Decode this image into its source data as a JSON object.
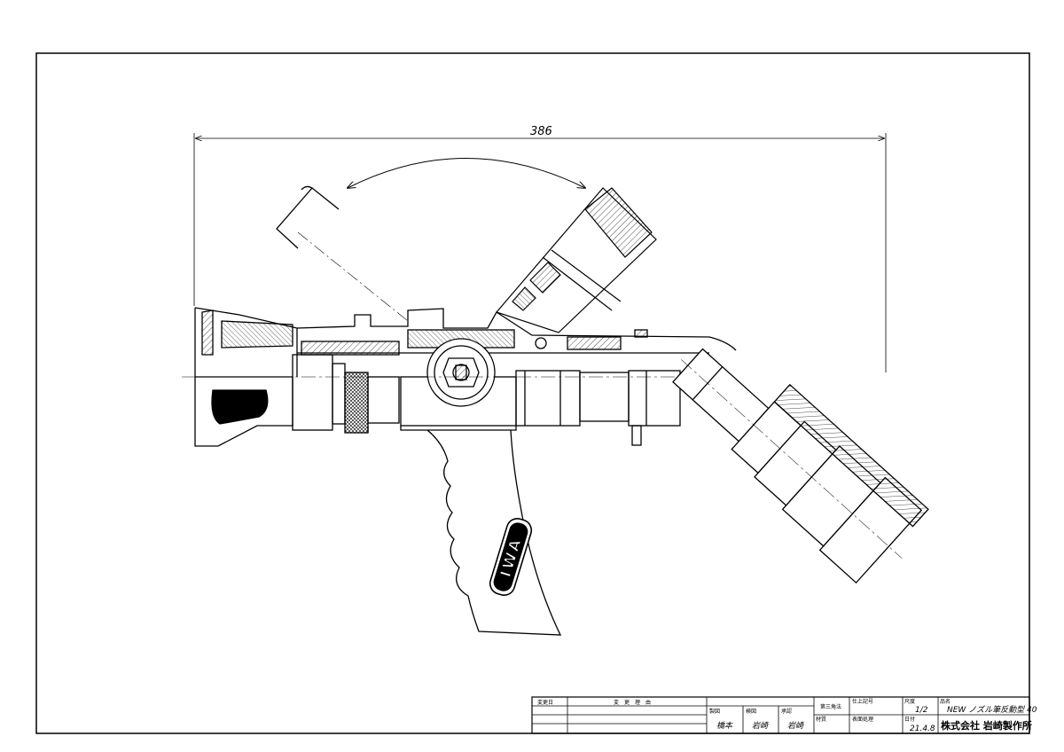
{
  "drawing": {
    "dimension_label": "386"
  },
  "title_block": {
    "revision_date_label": "変更日",
    "revision_reason_label": "変　更　理　由",
    "drawn_label": "製図",
    "drawn_by": "橋本",
    "checked_label": "検図",
    "checked_by": "岩崎",
    "approved_label": "承認",
    "approved_by": "岩崎",
    "projection_label": "第三角法",
    "finish_label": "仕上記号",
    "material_label": "材質",
    "surface_label": "表面処理",
    "scale_label": "尺度",
    "scale_value": "1/2",
    "date_label": "日付",
    "date_value": "21.4.8",
    "name_label": "品名",
    "product_name": "NEW ノズル筆反動型 40",
    "company": "株式会社 岩崎製作所"
  },
  "logo": {
    "text": "IWA"
  }
}
